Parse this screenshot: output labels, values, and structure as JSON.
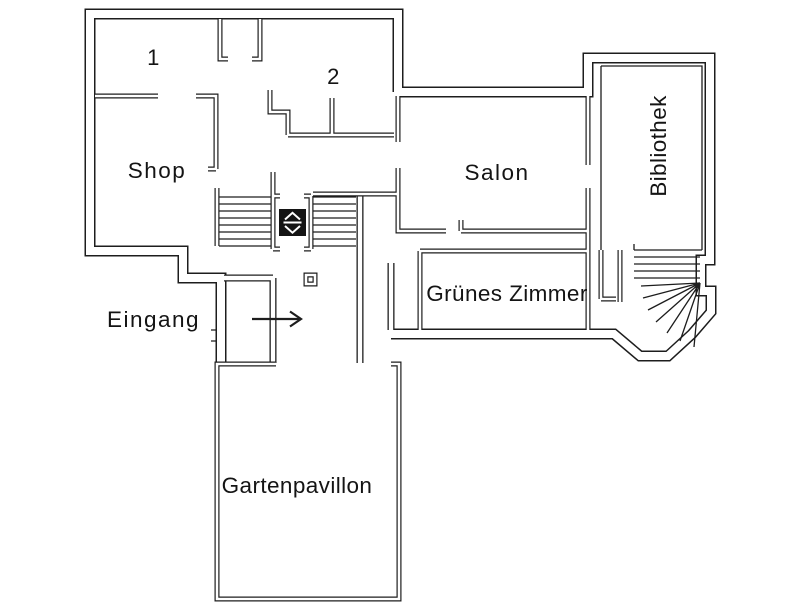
{
  "page": {
    "background": "#ffffff"
  },
  "plan": {
    "colors": {
      "wall_line": "#1d1d1d",
      "label_text": "#141414",
      "elevator_fill": "#141414",
      "elevator_glyph": "#ffffff"
    },
    "labels": {
      "room1": "1",
      "room2": "2",
      "shop": "Shop",
      "salon": "Salon",
      "bibliothek": "Bibliothek",
      "gruenes_zimmer": "Grünes Zimmer",
      "gartenpavillon": "Gartenpavillon",
      "eingang": "Eingang"
    },
    "icons": {
      "elevator": "elevator-up-down-icon",
      "entrance_arrow": "right-arrow-icon",
      "main_stairs": "straight-staircase",
      "spiral_stairs": "spiral-staircase",
      "column": "square-column"
    }
  }
}
